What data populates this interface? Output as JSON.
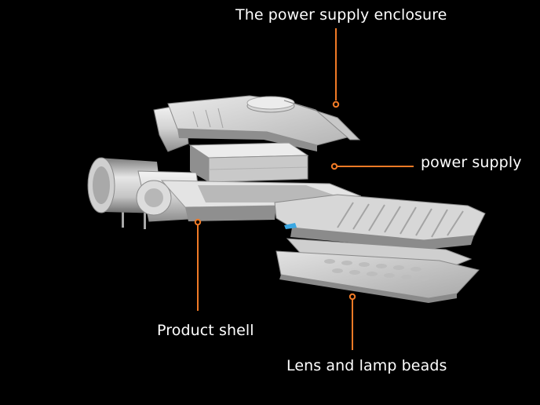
{
  "labels": {
    "enclosure": "The power supply enclosure",
    "supply": "power supply",
    "shell": "Product shell",
    "lens": "Lens and lamp beads"
  },
  "colors": {
    "background": "#000000",
    "callout": "#f07a26",
    "text": "#ffffff"
  }
}
